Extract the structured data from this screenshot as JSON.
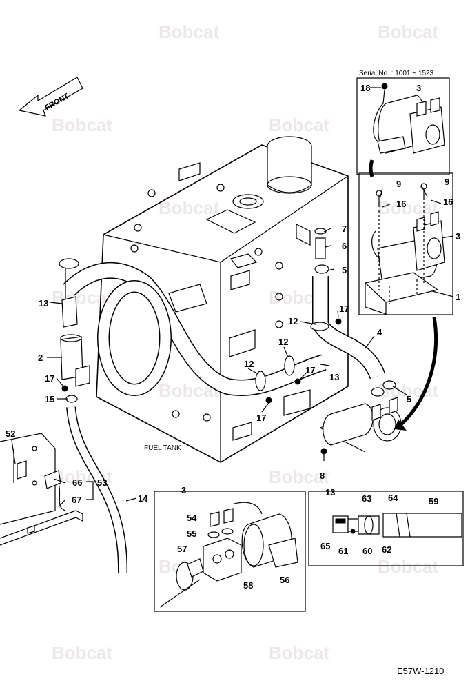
{
  "watermark": "Bobcat",
  "front_label": "FRONT",
  "serial_note": "Serial No. : 1001 ~ 1523",
  "fuel_tank_label": "FUEL TANK",
  "drawing_code": "E57W-1210",
  "callouts": {
    "c18": "18",
    "c3a": "3",
    "c9a": "9",
    "c9b": "9",
    "c16a": "16",
    "c16b": "16",
    "c3b": "3",
    "c1": "1",
    "c7": "7",
    "c6": "6",
    "c5a": "5",
    "c17a": "17",
    "c12a": "12",
    "c4": "4",
    "c12b": "12",
    "c12c": "12",
    "c13a": "13",
    "c17b": "17",
    "c17c": "17",
    "c5b": "5",
    "c8": "8",
    "c13b": "13",
    "c2": "2",
    "c17d": "17",
    "c15": "15",
    "c52": "52",
    "c66": "66",
    "c53": "53",
    "c67": "67",
    "c14": "14",
    "c3c": "3",
    "c54": "54",
    "c55": "55",
    "c57": "57",
    "c56": "56",
    "c58": "58",
    "c13c": "13",
    "c63": "63",
    "c64": "64",
    "c59": "59",
    "c65": "65",
    "c61": "61",
    "c60": "60",
    "c62": "62"
  }
}
